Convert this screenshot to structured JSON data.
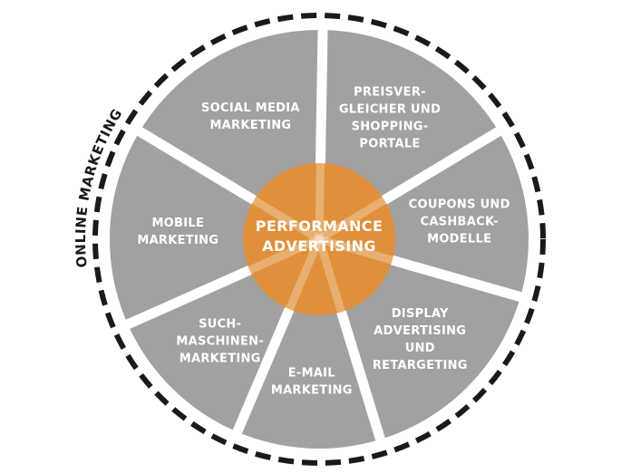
{
  "outer_label": "ONLINE MARKETING",
  "center": {
    "lines": [
      "PERFORMANCE",
      "ADVERTISING"
    ]
  },
  "segments": [
    {
      "lines": [
        "PREISVER-",
        "GLEICHER UND",
        "SHOPPING-",
        "PORTALE"
      ]
    },
    {
      "lines": [
        "COUPONS UND",
        "CASHBACK-",
        "MODELLE"
      ]
    },
    {
      "lines": [
        "DISPLAY",
        "ADVERTISING",
        "UND",
        "RETARGETING"
      ]
    },
    {
      "lines": [
        "E-MAIL",
        "MARKETING"
      ]
    },
    {
      "lines": [
        "SUCH-",
        "MASCHINEN-",
        "MARKETING"
      ]
    },
    {
      "lines": [
        "MOBILE",
        "MARKETING"
      ]
    },
    {
      "lines": [
        "SOCIAL MEDIA",
        "MARKETING"
      ]
    }
  ],
  "colors": {
    "segment_fill": "#a3a19f",
    "segment_divider": "#ffffff",
    "segment_text": "#ffffff",
    "center_fill": "#e0903a",
    "center_text": "#ffffff",
    "dashed_ring": "#1a1a1a",
    "ring_text": "#1a1a1a"
  }
}
